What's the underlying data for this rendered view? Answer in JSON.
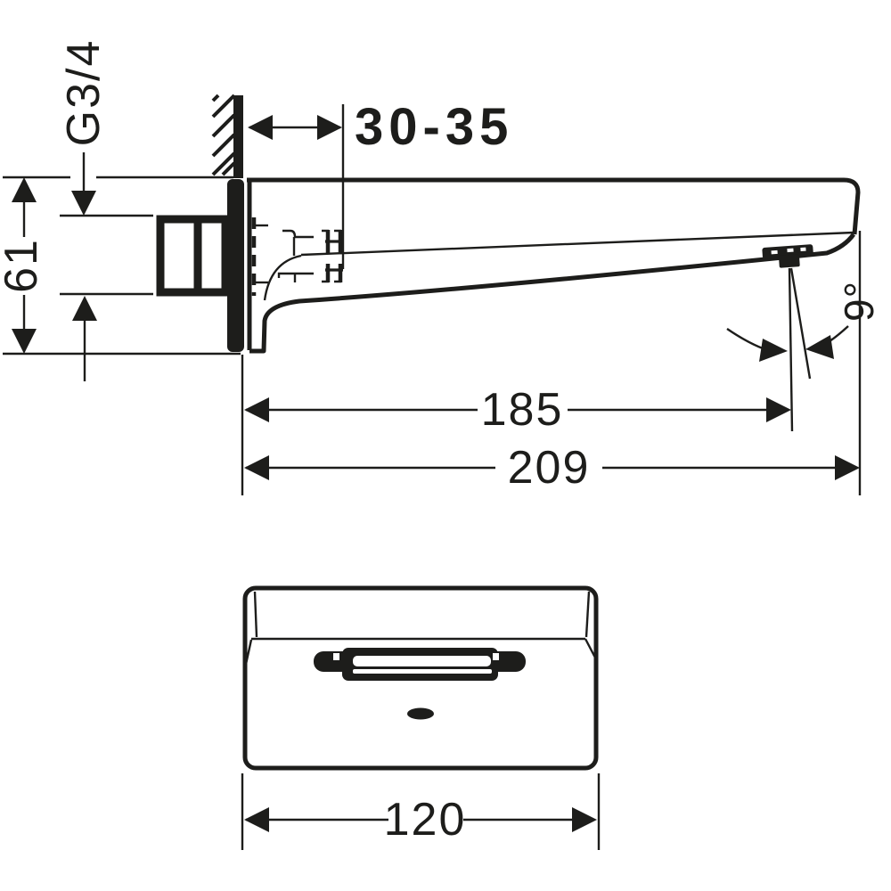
{
  "colors": {
    "background": "#ffffff",
    "ink": "#1d1d1b"
  },
  "drawing_type": "technical dimension drawing, wall-mounted bath spout, side view and front view",
  "side_view": {
    "thread_label": "G3/4",
    "wall_range_label": "30-35",
    "height_label": "61",
    "outlet_distance_label": "185",
    "length_label": "209",
    "angle_label": "9°"
  },
  "front_view": {
    "width_label": "120"
  }
}
